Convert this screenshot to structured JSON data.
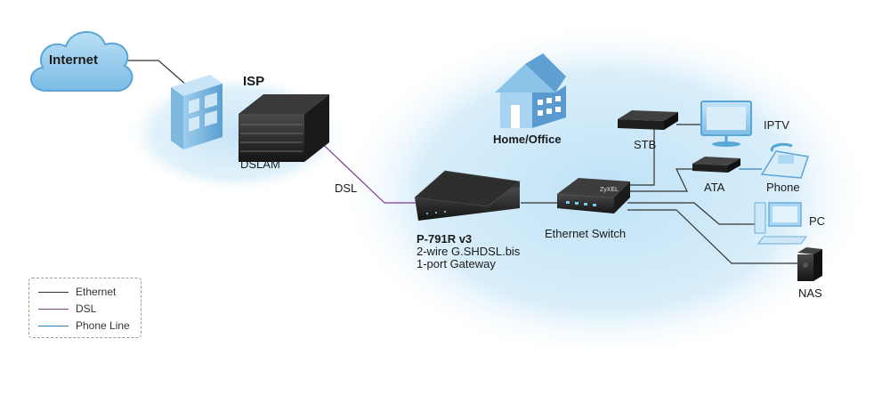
{
  "labels": {
    "internet": "Internet",
    "isp": "ISP",
    "dslam": "DSLAM",
    "dsl": "DSL",
    "home_office": "Home/Office",
    "stb": "STB",
    "iptv": "IPTV",
    "ata": "ATA",
    "phone": "Phone",
    "pc": "PC",
    "nas": "NAS",
    "ethernet_switch": "Ethernet Switch",
    "router_model": "P-791R v3",
    "router_line2": "2-wire G.SHDSL.bis",
    "router_line3": "1-port Gateway",
    "switch_brand": "ZyXEL"
  },
  "legend": {
    "items": [
      {
        "label": "Ethernet",
        "color": "#333333"
      },
      {
        "label": "DSL",
        "color": "#7b3f8c"
      },
      {
        "label": "Phone Line",
        "color": "#2f7fc1"
      }
    ]
  },
  "colors": {
    "ethernet": "#333333",
    "dsl": "#7b3f8c",
    "phone_line": "#2f7fc1",
    "glow": "#cfe9f8",
    "cloud": "#8ec8ec",
    "house": "#6aa9d8",
    "device": "#2b2b2b"
  },
  "icons": {
    "internet": "cloud-icon",
    "isp": "building-icon",
    "dslam": "dslam-rack-icon",
    "home": "house-icon",
    "router": "router-icon",
    "switch": "switch-icon",
    "stb": "set-top-box-icon",
    "iptv": "tv-icon",
    "ata": "ata-icon",
    "phone": "telephone-icon",
    "pc": "computer-icon",
    "nas": "nas-icon"
  }
}
